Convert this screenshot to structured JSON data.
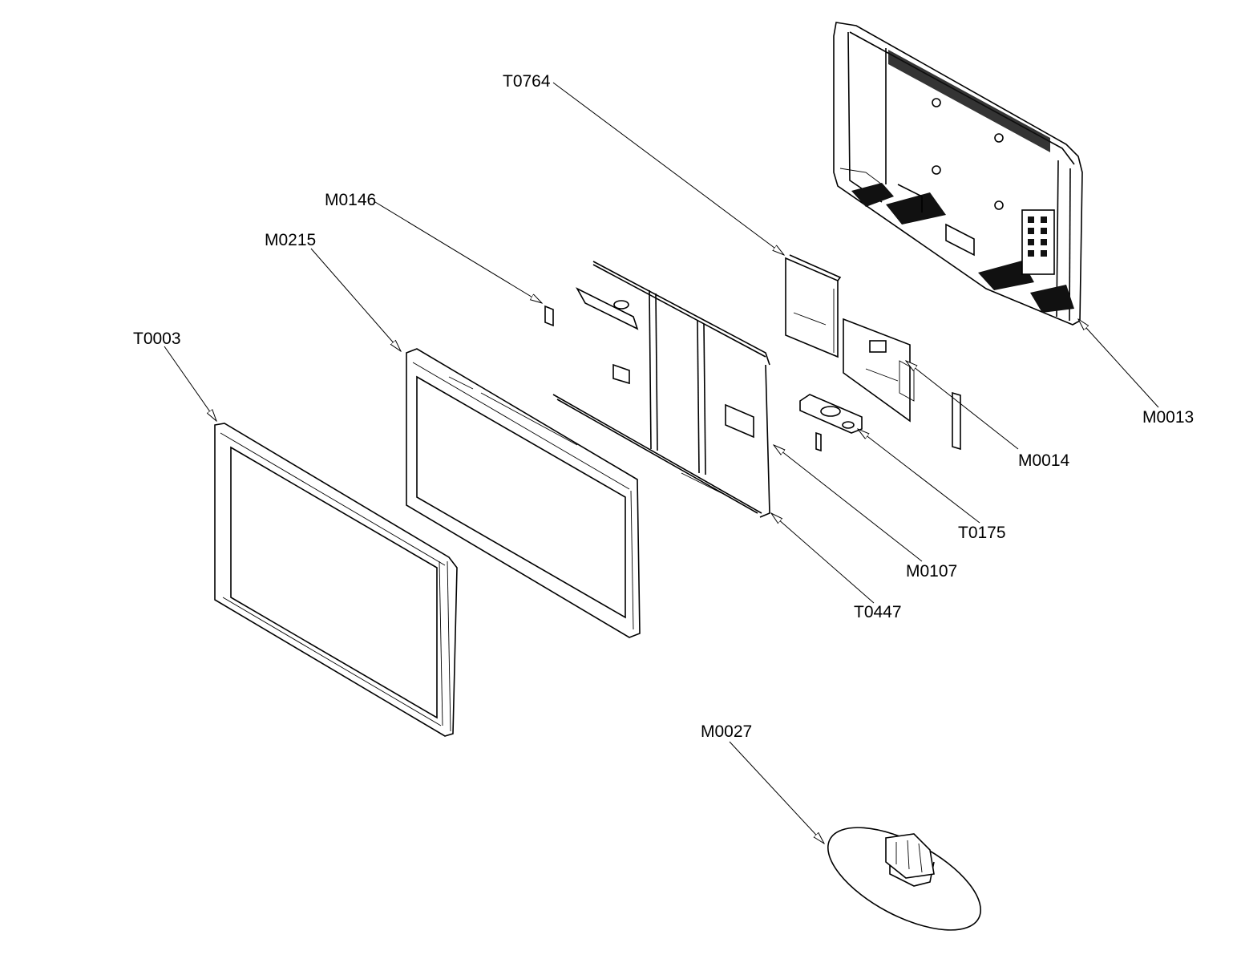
{
  "diagram": {
    "type": "exploded-parts-view",
    "labels": [
      {
        "id": "T0764",
        "text": "T0764"
      },
      {
        "id": "M0146",
        "text": "M0146"
      },
      {
        "id": "M0215",
        "text": "M0215"
      },
      {
        "id": "T0003",
        "text": "T0003"
      },
      {
        "id": "M0013",
        "text": "M0013"
      },
      {
        "id": "M0014",
        "text": "M0014"
      },
      {
        "id": "T0175",
        "text": "T0175"
      },
      {
        "id": "M0107",
        "text": "M0107"
      },
      {
        "id": "T0447",
        "text": "T0447"
      },
      {
        "id": "M0027",
        "text": "M0027"
      }
    ]
  }
}
